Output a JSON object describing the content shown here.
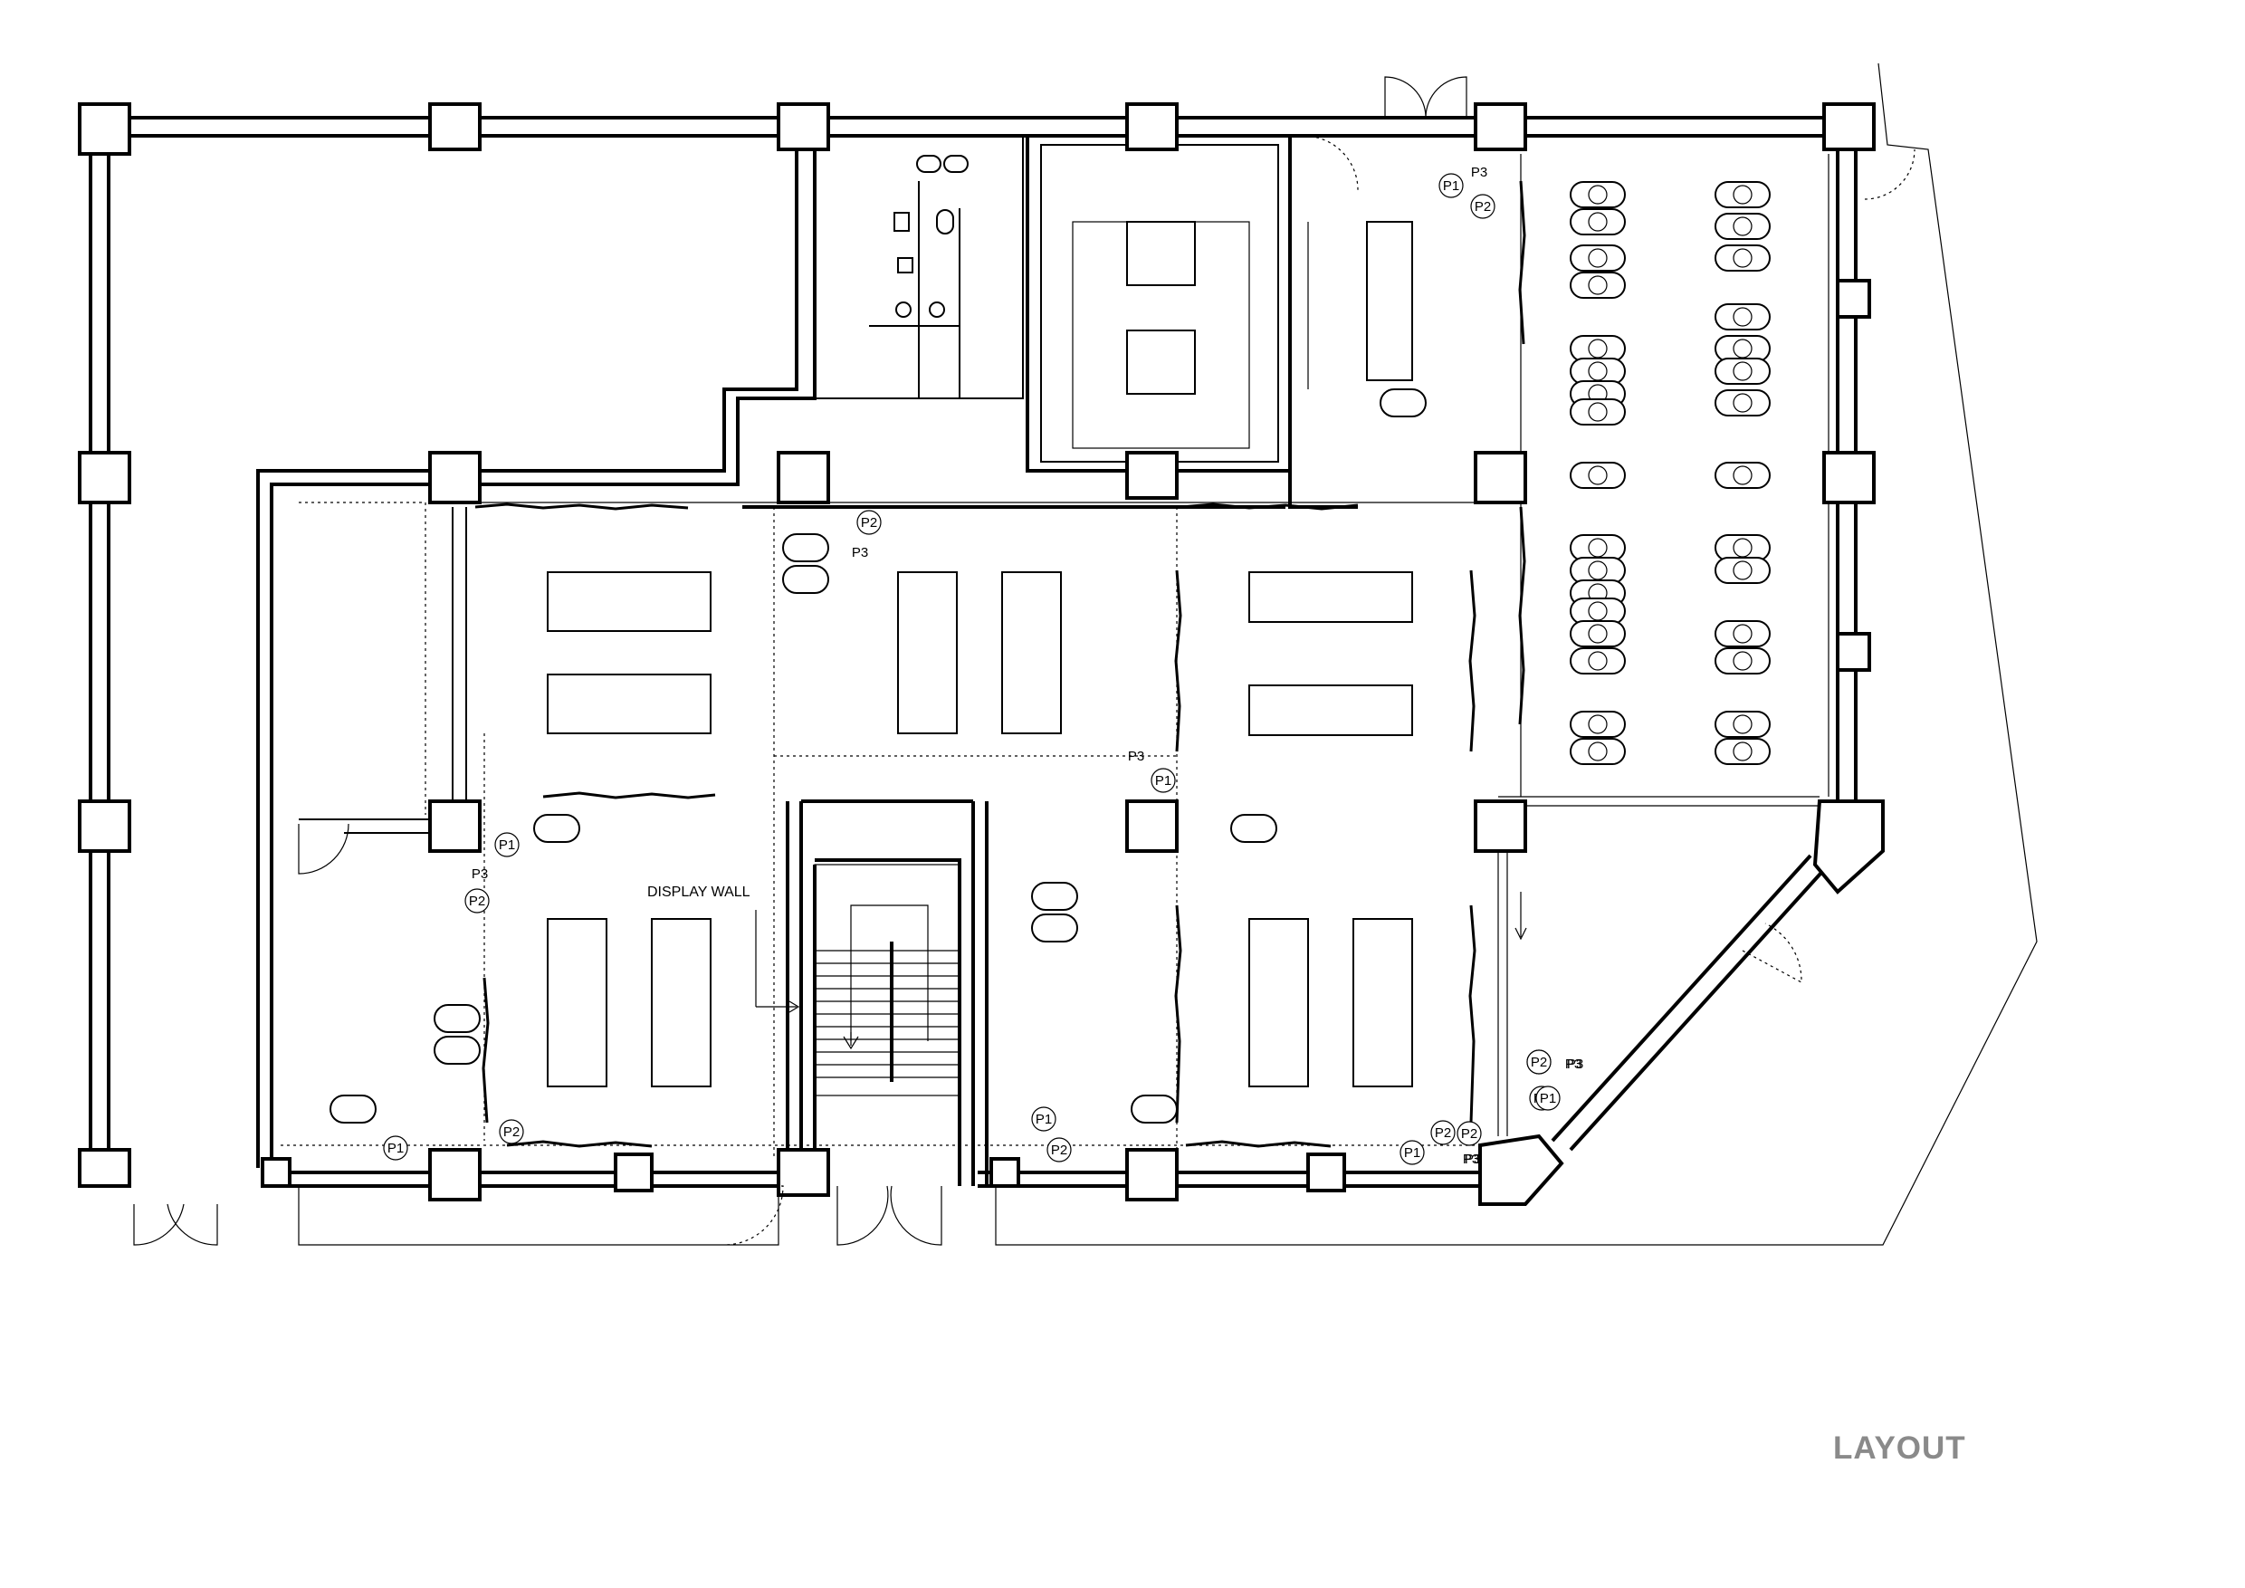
{
  "drawing": {
    "title": "LAYOUT",
    "annotation": "DISPLAY WALL",
    "fixture_tags": [
      {
        "id": "t1",
        "label": "P1",
        "circled": true
      },
      {
        "id": "t2",
        "label": "P2",
        "circled": true
      },
      {
        "id": "t3",
        "label": "P3",
        "circled": false
      },
      {
        "id": "t4",
        "label": "P2",
        "circled": true
      },
      {
        "id": "t5",
        "label": "P3",
        "circled": false
      },
      {
        "id": "t6",
        "label": "P1",
        "circled": true
      },
      {
        "id": "t7",
        "label": "P3",
        "circled": false
      },
      {
        "id": "t8",
        "label": "P2",
        "circled": true
      },
      {
        "id": "t9",
        "label": "P1",
        "circled": true
      },
      {
        "id": "t10",
        "label": "P2",
        "circled": true
      },
      {
        "id": "t11",
        "label": "P1",
        "circled": true
      },
      {
        "id": "t12",
        "label": "P2",
        "circled": true
      },
      {
        "id": "t13",
        "label": "P3",
        "circled": false
      },
      {
        "id": "t14",
        "label": "P1",
        "circled": true
      },
      {
        "id": "t15",
        "label": "P2",
        "circled": true
      },
      {
        "id": "t16",
        "label": "P1",
        "circled": true
      },
      {
        "id": "t17",
        "label": "P2",
        "circled": true
      },
      {
        "id": "t18",
        "label": "P3",
        "circled": false
      },
      {
        "id": "t19",
        "label": "P2",
        "circled": true
      },
      {
        "id": "t20",
        "label": "P3",
        "circled": false
      },
      {
        "id": "t21",
        "label": "P1",
        "circled": true
      },
      {
        "id": "t22",
        "label": "P1",
        "circled": true
      },
      {
        "id": "t23",
        "label": "P3",
        "circled": false
      },
      {
        "id": "t24",
        "label": "P2",
        "circled": true
      },
      {
        "id": "t25",
        "label": "P3",
        "circled": false
      }
    ]
  }
}
